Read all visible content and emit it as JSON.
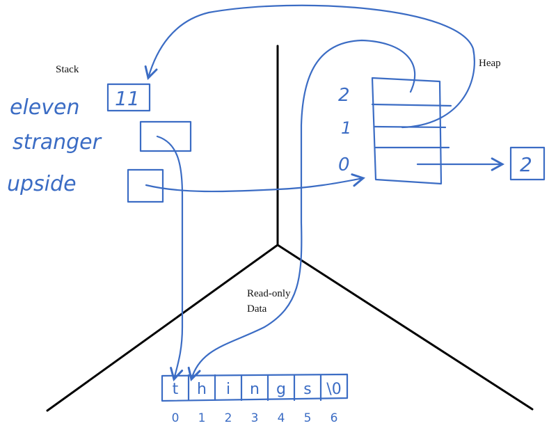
{
  "regions": {
    "stack": "Stack",
    "heap": "Heap",
    "readonly_line1": "Read-only",
    "readonly_line2": "Data"
  },
  "stack_vars": [
    {
      "name": "eleven",
      "value": "11"
    },
    {
      "name": "stranger",
      "value": ""
    },
    {
      "name": "upside",
      "value": ""
    }
  ],
  "heap_array": {
    "indices": [
      "2",
      "1",
      "0"
    ],
    "pointed_value": "2"
  },
  "readonly_string": {
    "chars": [
      "t",
      "h",
      "i",
      "n",
      "g",
      "s",
      "\\0"
    ],
    "indices": [
      "0",
      "1",
      "2",
      "3",
      "4",
      "5",
      "6"
    ]
  },
  "colors": {
    "ink": "#3b6cc4",
    "axis": "#000000",
    "background": "#ffffff"
  }
}
